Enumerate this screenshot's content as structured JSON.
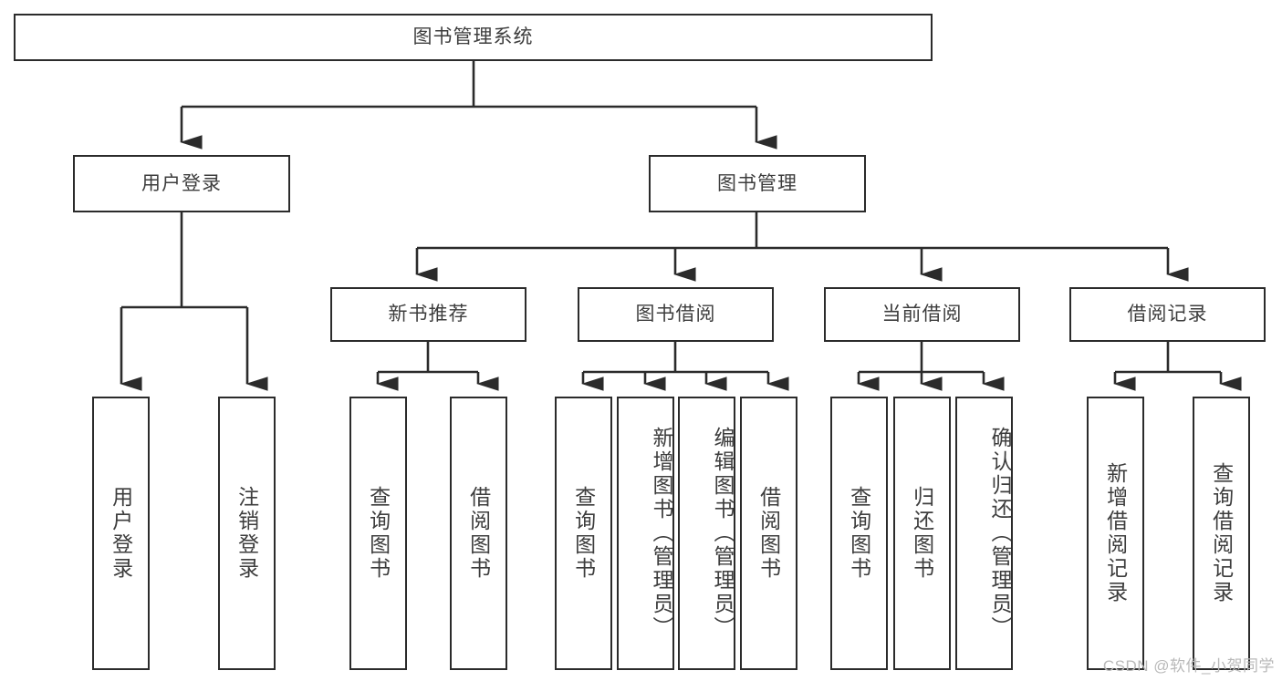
{
  "diagram": {
    "title": "图书管理系统",
    "type": "tree-hierarchy-diagram",
    "colors": {
      "background": "#ffffff",
      "box_border": "#2b2b2b",
      "box_fill": "#ffffff",
      "text": "#3d3d3d",
      "connector": "#2b2b2b",
      "watermark": "#b9b9b9"
    },
    "root": {
      "label": "图书管理系统"
    },
    "level1": [
      {
        "label": "用户登录"
      },
      {
        "label": "图书管理"
      }
    ],
    "level2": [
      {
        "label": "新书推荐"
      },
      {
        "label": "图书借阅"
      },
      {
        "label": "当前借阅"
      },
      {
        "label": "借阅记录"
      }
    ],
    "leaves": {
      "user_login": [
        {
          "label": "用户登录"
        },
        {
          "label": "注销登录"
        }
      ],
      "new_book": [
        {
          "label": "查询图书"
        },
        {
          "label": "借阅图书"
        }
      ],
      "book_borrow": [
        {
          "label": "查询图书"
        },
        {
          "label": "新增图书（管理员）"
        },
        {
          "label": "编辑图书（管理员）"
        },
        {
          "label": "借阅图书"
        }
      ],
      "current_borrow": [
        {
          "label": "查询图书"
        },
        {
          "label": "归还图书"
        },
        {
          "label": "确认归还（管理员）"
        }
      ],
      "borrow_record": [
        {
          "label": "新增借阅记录"
        },
        {
          "label": "查询借阅记录"
        }
      ]
    }
  },
  "watermark": {
    "text": "CSDN @软件_小贺同学"
  }
}
